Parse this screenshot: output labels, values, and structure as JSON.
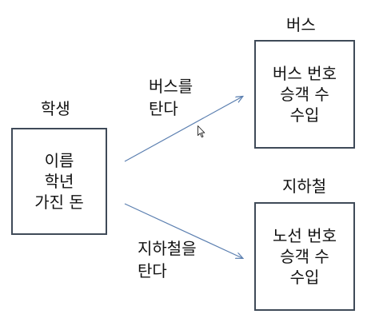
{
  "nodes": {
    "student": {
      "title": "학생",
      "lines": [
        "이름",
        "학년",
        "가진 돈"
      ]
    },
    "bus": {
      "title": "버스",
      "lines": [
        "버스 번호",
        "승객 수",
        "수입"
      ]
    },
    "subway": {
      "title": "지하철",
      "lines": [
        "노선 번호",
        "승객 수",
        "수입"
      ]
    }
  },
  "edges": {
    "take_bus": {
      "lines": [
        "버스를",
        "탄다"
      ]
    },
    "take_subway": {
      "lines": [
        "지하철을",
        "탄다"
      ]
    }
  },
  "colors": {
    "box_border": "#3f4a58",
    "arrow": "#5b7fb0",
    "text": "#111111"
  },
  "icons": {
    "cursor": "mouse-pointer-icon"
  }
}
